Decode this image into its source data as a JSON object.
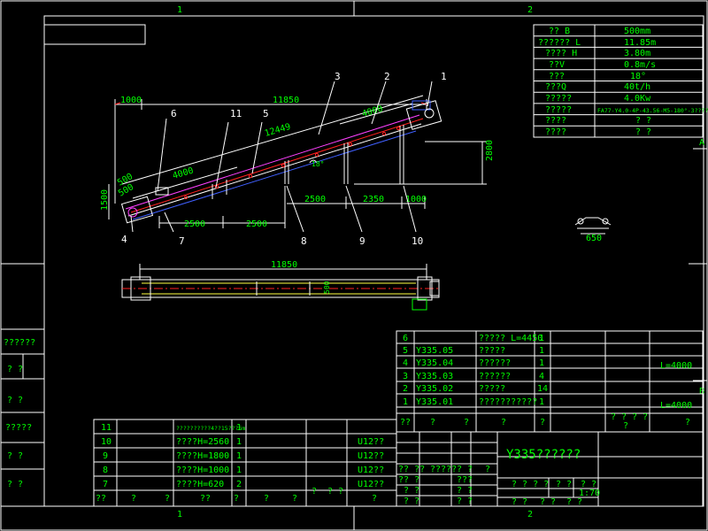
{
  "zones": {
    "top_1": "1",
    "top_2": "2",
    "bottom_1": "1",
    "bottom_2": "2",
    "right_a": "A",
    "right_b": "B"
  },
  "spec_table": [
    {
      "label": "?? B",
      "value": "500mm"
    },
    {
      "label": "?????? L",
      "value": "11.85m"
    },
    {
      "label": "???? H",
      "value": "3.80m"
    },
    {
      "label": "??V",
      "value": "0.8m/s"
    },
    {
      "label": "???",
      "value": "18°"
    },
    {
      "label": "???Q",
      "value": "40t/h"
    },
    {
      "label": "?????",
      "value": "4.0Kw"
    },
    {
      "label": "?????",
      "value": "FA77-Y4.0-4P-43.56-M5-180°-3????"
    },
    {
      "label": "????",
      "value": "? ?"
    },
    {
      "label": "????",
      "value": "? ?"
    }
  ],
  "dims": {
    "d1000_top": "1000",
    "d11850_top": "11850",
    "d4000_right": "4000",
    "d12449": "12449",
    "d4000_lower": "4000",
    "d500": "500",
    "d500b": "500",
    "d1500": "1500",
    "d2800": "2800",
    "d2500a": "2500",
    "d2500b": "2500",
    "d2500c": "2500",
    "d2350": "2350",
    "d1000": "1000",
    "d11850_plan": "11850",
    "d500_plan": "500",
    "d650": "650",
    "angle": "18°"
  },
  "balloons": {
    "b1": "1",
    "b2": "2",
    "b3": "3",
    "b4": "4",
    "b5": "5",
    "b6": "6",
    "b7": "7",
    "b8": "8",
    "b9": "9",
    "b10": "10",
    "b11": "11"
  },
  "left_margin": {
    "l1": "??????",
    "l2": "?    ?",
    "l3": "?  ?",
    "l4": "?????",
    "l5": "?  ?",
    "l6": "?  ?"
  },
  "bom_right": [
    {
      "no": "6",
      "code": "",
      "name": "????? L=4450",
      "qty": "1",
      "note": ""
    },
    {
      "no": "5",
      "code": "Y335.05",
      "name": "?????",
      "qty": "1",
      "note": ""
    },
    {
      "no": "4",
      "code": "Y335.04",
      "name": "??????",
      "qty": "1",
      "note": "L=4000"
    },
    {
      "no": "3",
      "code": "Y335.03",
      "name": "??????",
      "qty": "4",
      "note": ""
    },
    {
      "no": "2",
      "code": "Y335.02",
      "name": "?????",
      "qty": "14",
      "note": ""
    },
    {
      "no": "1",
      "code": "Y335.01",
      "name": "???????????",
      "qty": "1",
      "note": "L=4000"
    }
  ],
  "bom_right_header": {
    "h1": "??",
    "h2": "?",
    "h3": "?",
    "h4": "?",
    "h5": "?",
    "h6": "? ?",
    "h7": "? ?",
    "h8": "?",
    "h9": "?"
  },
  "bom_left": [
    {
      "no": "11",
      "name": "??????????4??15???6m",
      "qty": "1",
      "mat": ""
    },
    {
      "no": "10",
      "name": "????H=2560",
      "qty": "1",
      "mat": "U12??"
    },
    {
      "no": "9",
      "name": "????H=1800",
      "qty": "1",
      "mat": "U12??"
    },
    {
      "no": "8",
      "name": "????H=1000",
      "qty": "1",
      "mat": "U12??"
    },
    {
      "no": "7",
      "name": "????H=620",
      "qty": "2",
      "mat": "U12??"
    }
  ],
  "bom_left_header": {
    "h1": "??",
    "h2": "?",
    "h3": "?",
    "h4": "??",
    "h5": "?",
    "h6": "?",
    "h7": "?",
    "h8": "?",
    "h9": "? ?",
    "h10": "?"
  },
  "title_block": {
    "title": "Y335??????",
    "scale": "1:70",
    "t1": "?? ??",
    "t2": "?????",
    "t3": "? ?",
    "t4": "?",
    "t5": "?? ?",
    "t6": "???",
    "t7": "? ?",
    "t8": "? ?",
    "t9": "? ? ? ?",
    "t10": "? ?",
    "t11": "? ?",
    "t12": "? ?",
    "t13": "? ?",
    "t14": "? ?",
    "t15": "? ?",
    "t16": "? ?",
    "t17": "?",
    "t18": "?",
    "t19": "? ?",
    "t20": "? ?",
    "t21": "? ?",
    "t22": "? ?",
    "t23": "? ?"
  }
}
